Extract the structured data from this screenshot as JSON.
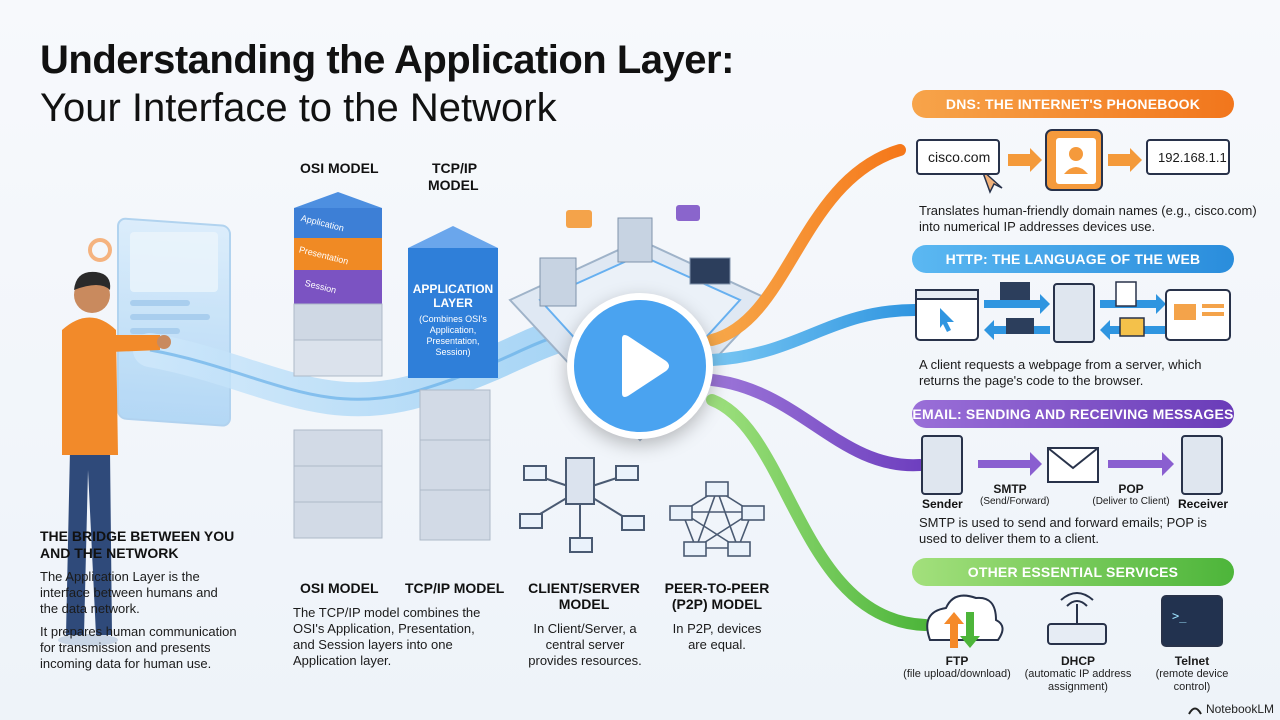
{
  "title": {
    "line1": "Understanding the Application Layer:",
    "line2": "Your Interface to the Network"
  },
  "bridge": {
    "heading1": "THE BRIDGE BETWEEN YOU",
    "heading2": "AND THE NETWORK",
    "para1_l1": "The Application Layer is the",
    "para1_l2": "interface between humans and",
    "para1_l3": "the data network.",
    "para2_l1": "It prepares human communication",
    "para2_l2": "for transmission and presents",
    "para2_l3": "incoming data for human use."
  },
  "models": {
    "osi_top": "OSI MODEL",
    "tcpip_top_l1": "TCP/IP",
    "tcpip_top_l2": "MODEL",
    "osi_layers": [
      "Application",
      "Presentation",
      "Session"
    ],
    "app_layer_l1": "APPLICATION",
    "app_layer_l2": "LAYER",
    "app_layer_sub1": "(Combines OSI's",
    "app_layer_sub2": "Application,",
    "app_layer_sub3": "Presentation,",
    "app_layer_sub4": "Session)",
    "osi_bottom": "OSI MODEL",
    "tcpip_bottom": "TCP/IP MODEL",
    "desc_l1": "The TCP/IP model combines the",
    "desc_l2": "OSI's Application, Presentation,",
    "desc_l3": "and Session layers into one",
    "desc_l4": "Application layer."
  },
  "client_server": {
    "title_l1": "CLIENT/SERVER",
    "title_l2": "MODEL",
    "desc_l1": "In Client/Server, a",
    "desc_l2": "central server",
    "desc_l3": "provides resources."
  },
  "p2p": {
    "title_l1": "PEER-TO-PEER",
    "title_l2": "(P2P) MODEL",
    "desc_l1": "In P2P, devices",
    "desc_l2": "are equal."
  },
  "dns": {
    "pill": "DNS: THE INTERNET'S PHONEBOOK",
    "domain": "cisco.com",
    "ip": "192.168.1.1",
    "desc_l1": "Translates human-friendly domain names (e.g., cisco.com)",
    "desc_l2": "into numerical IP addresses devices use."
  },
  "http": {
    "pill": "HTTP: THE LANGUAGE OF THE WEB",
    "desc_l1": "A client requests a webpage from a server, which",
    "desc_l2": "returns the page's code to the browser."
  },
  "email": {
    "pill": "EMAIL: SENDING AND RECEIVING MESSAGES",
    "sender": "Sender",
    "receiver": "Receiver",
    "smtp": "SMTP",
    "smtp_sub": "(Send/Forward)",
    "pop": "POP",
    "pop_sub": "(Deliver to Client)",
    "desc_l1": "SMTP is used to send and forward emails; POP is",
    "desc_l2": "used to deliver them to a client."
  },
  "services": {
    "pill": "OTHER ESSENTIAL SERVICES",
    "ftp": "FTP",
    "ftp_sub": "(file upload/download)",
    "dhcp": "DHCP",
    "dhcp_sub1": "(automatic IP address",
    "dhcp_sub2": "assignment)",
    "telnet": "Telnet",
    "telnet_sub1": "(remote device",
    "telnet_sub2": "control)"
  },
  "watermark": "NotebookLM",
  "colors": {
    "dns": "#f28a1c",
    "http": "#2f9be6",
    "email": "#7e4fc4",
    "services": "#5cbf3d",
    "osi_application": "#3d7fd6",
    "osi_presentation": "#f08a24",
    "osi_session": "#7b53c2",
    "play": "#4aa3f0"
  },
  "icons": [
    "play-icon",
    "cursor-icon",
    "contact-book-icon",
    "server-icon",
    "envelope-icon",
    "cloud-icon",
    "router-icon",
    "terminal-icon",
    "laptop-icon",
    "person-icon"
  ]
}
